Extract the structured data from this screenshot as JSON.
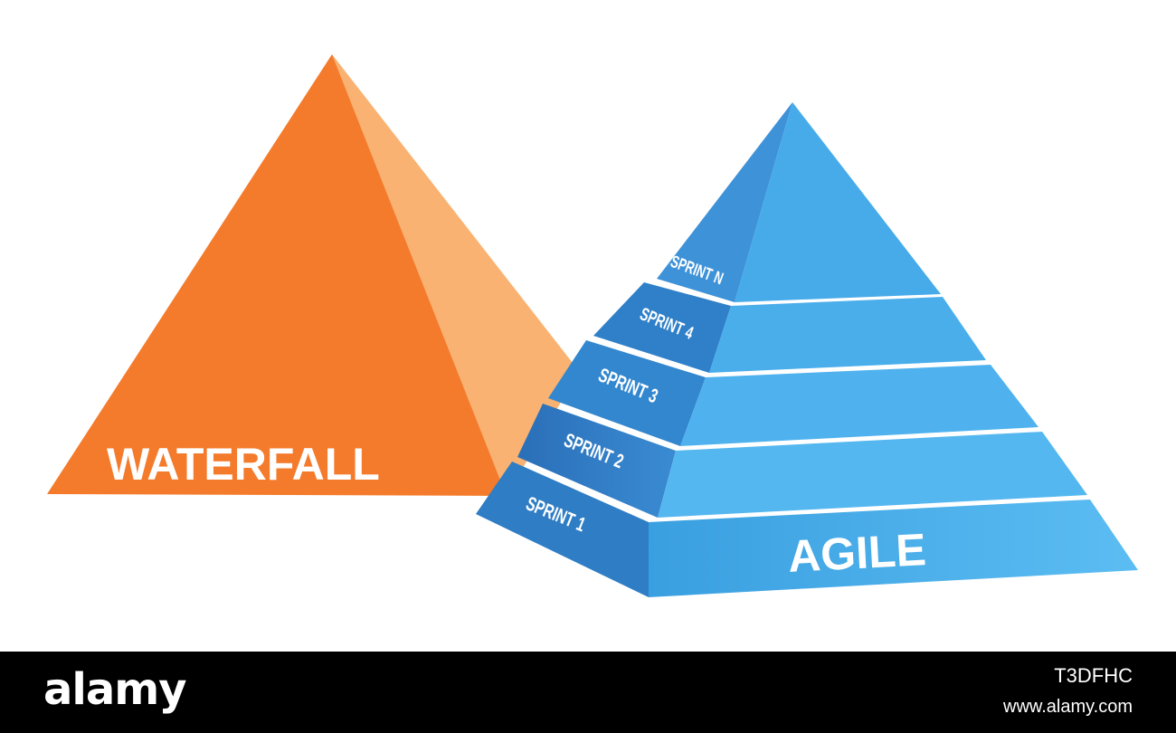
{
  "illustration": {
    "waterfall": {
      "label": "WATERFALL",
      "front_color": "#F47B2C",
      "side_color": "#F9B271"
    },
    "agile": {
      "label": "AGILE",
      "front_color": "#4BAEEA",
      "side_color": "#2F7DC5",
      "layers": [
        "SPRINT 1",
        "SPRINT 2",
        "SPRINT 3",
        "SPRINT 4",
        "SPRINT N"
      ]
    }
  },
  "watermark": {
    "logo": "alamy",
    "image_id": "T3DFHC",
    "url": "www.alamy.com"
  }
}
